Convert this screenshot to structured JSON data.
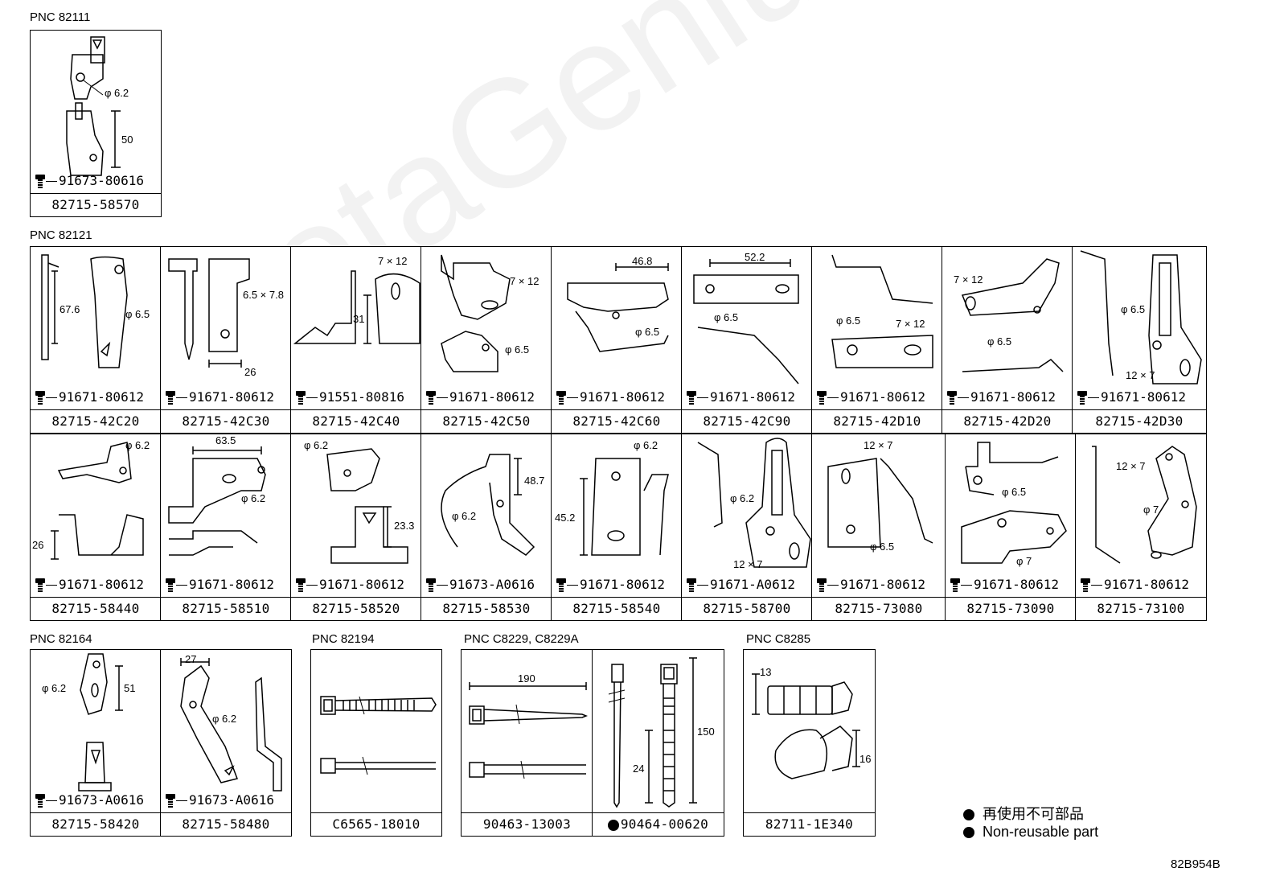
{
  "watermark": "ToyotaGeniune.ru",
  "groups": {
    "g82111": "PNC 82111",
    "g82121": "PNC 82121",
    "g82164": "PNC 82164",
    "g82194": "PNC 82194",
    "gC8229": "PNC C8229, C8229A",
    "gC8285": "PNC C8285"
  },
  "cells": {
    "c0": {
      "part": "82715-58570",
      "bolt": "91673-80616",
      "d1": "φ 6.2",
      "d2": "50"
    },
    "r1c1": {
      "part": "82715-42C20",
      "bolt": "91671-80612",
      "d1": "67.6",
      "d2": "φ 6.5"
    },
    "r1c2": {
      "part": "82715-42C30",
      "bolt": "91671-80612",
      "d1": "6.5 × 7.8",
      "d2": "26"
    },
    "r1c3": {
      "part": "82715-42C40",
      "bolt": "91551-80816",
      "d1": "7 × 12",
      "d2": "31"
    },
    "r1c4": {
      "part": "82715-42C50",
      "bolt": "91671-80612",
      "d1": "7 × 12",
      "d2": "φ 6.5"
    },
    "r1c5": {
      "part": "82715-42C60",
      "bolt": "91671-80612",
      "d1": "46.8",
      "d2": "φ 6.5"
    },
    "r1c6": {
      "part": "82715-42C90",
      "bolt": "91671-80612",
      "d1": "52.2",
      "d2": "φ 6.5"
    },
    "r1c7": {
      "part": "82715-42D10",
      "bolt": "91671-80612",
      "d1": "φ 6.5",
      "d2": "7 × 12"
    },
    "r1c8": {
      "part": "82715-42D20",
      "bolt": "91671-80612",
      "d1": "7 × 12",
      "d2": "φ 6.5"
    },
    "r1c9": {
      "part": "82715-42D30",
      "bolt": "91671-80612",
      "d1": "φ 6.5",
      "d2": "12 × 7"
    },
    "r2c1": {
      "part": "82715-58440",
      "bolt": "91671-80612",
      "d1": "φ 6.2",
      "d2": "26"
    },
    "r2c2": {
      "part": "82715-58510",
      "bolt": "91671-80612",
      "d1": "63.5",
      "d2": "φ 6.2"
    },
    "r2c3": {
      "part": "82715-58520",
      "bolt": "91671-80612",
      "d1": "φ 6.2",
      "d2": "23.3"
    },
    "r2c4": {
      "part": "82715-58530",
      "bolt": "91673-A0616",
      "d1": "48.7",
      "d2": "φ 6.2"
    },
    "r2c5": {
      "part": "82715-58540",
      "bolt": "91671-80612",
      "d1": "φ 6.2",
      "d2": "45.2"
    },
    "r2c6": {
      "part": "82715-58700",
      "bolt": "91671-A0612",
      "d1": "φ 6.2",
      "d2": "12 × 7"
    },
    "r2c7": {
      "part": "82715-73080",
      "bolt": "91671-80612",
      "d1": "12 × 7",
      "d2": "φ 6.5"
    },
    "r2c8": {
      "part": "82715-73090",
      "bolt": "91671-80612",
      "d1": "φ 6.5",
      "d2": "φ 7"
    },
    "r2c9": {
      "part": "82715-73100",
      "bolt": "91671-80612",
      "d1": "12 × 7",
      "d2": "φ 7"
    },
    "b1": {
      "part": "82715-58420",
      "bolt": "91673-A0616",
      "d1": "φ 6.2",
      "d2": "51"
    },
    "b2": {
      "part": "82715-58480",
      "bolt": "91673-A0616",
      "d1": "27",
      "d2": "φ 6.2"
    },
    "b3": {
      "part": "C6565-18010"
    },
    "b4": {
      "part": "90463-13003",
      "d1": "190"
    },
    "b5": {
      "part": "90464-00620",
      "d1": "150",
      "d2": "24"
    },
    "b6": {
      "part": "82711-1E340",
      "d1": "13",
      "d2": "16"
    }
  },
  "legend": {
    "jp": "再使用不可部品",
    "en": "Non-reusable part"
  },
  "code": "82B954B"
}
